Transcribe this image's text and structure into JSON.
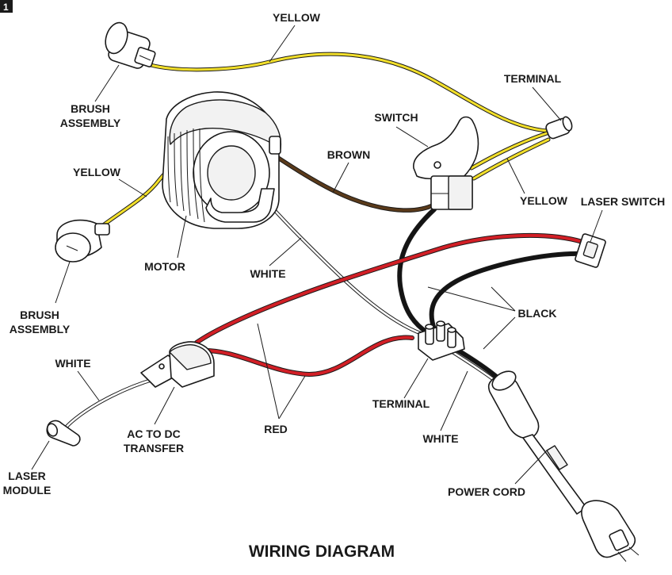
{
  "title": "WIRING DIAGRAM",
  "corner_mark": "1",
  "colors": {
    "yellow": "#f2df2a",
    "brown": "#5a3a1a",
    "red": "#d21f26",
    "black": "#141414",
    "white": "#ffffff",
    "outline": "#1a1a1a"
  },
  "labels": {
    "yellow_top": "YELLOW",
    "terminal_top": "TERMINAL",
    "brush_assembly_top": [
      "BRUSH",
      "ASSEMBLY"
    ],
    "switch": "SWITCH",
    "brown": "BROWN",
    "yellow_left": "YELLOW",
    "yellow_right": "YELLOW",
    "laser_switch": "LASER SWITCH",
    "motor": "MOTOR",
    "white_mid": "WHITE",
    "brush_assembly_bottom": [
      "BRUSH",
      "ASSEMBLY"
    ],
    "black": "BLACK",
    "white_left": "WHITE",
    "terminal_bottom": "TERMINAL",
    "ac_to_dc": [
      "AC TO DC",
      "TRANSFER"
    ],
    "red": "RED",
    "white_bottom": "WHITE",
    "laser_module": [
      "LASER",
      "MODULE"
    ],
    "power_cord": "POWER CORD"
  }
}
